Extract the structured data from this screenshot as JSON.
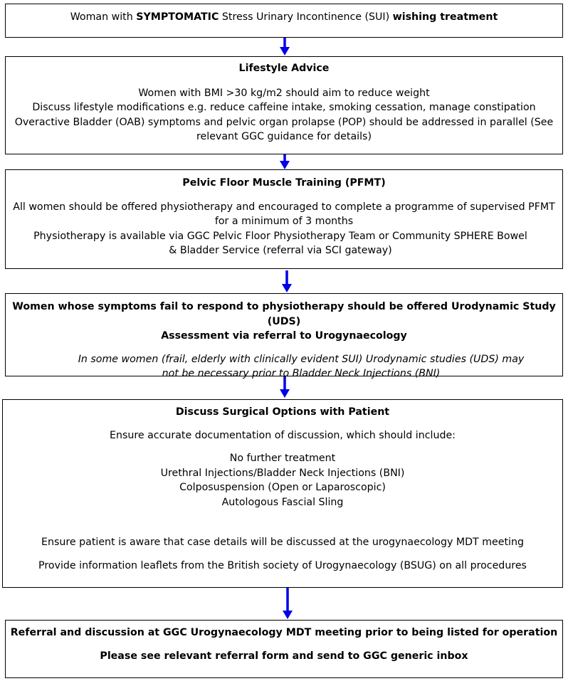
{
  "colors": {
    "arrow": "#0000e6",
    "border": "#000000"
  },
  "box1": {
    "prefix": "Woman with ",
    "emph1": "SYMPTOMATIC",
    "middle": " Stress Urinary Incontinence (SUI) ",
    "emph2": "wishing treatment"
  },
  "box2": {
    "title": "Lifestyle Advice",
    "line1": "Women with BMI >30 kg/m2 should aim to reduce weight",
    "line2": "Discuss lifestyle modifications e.g. reduce caffeine intake, smoking cessation, manage constipation",
    "line3": "Overactive Bladder (OAB) symptoms and pelvic organ prolapse (POP) should be addressed in parallel (See relevant GGC guidance for details)"
  },
  "box3": {
    "title": "Pelvic Floor Muscle Training (PFMT)",
    "line1": "All women should be offered physiotherapy and encouraged to complete a programme of supervised PFMT for a minimum of 3 months",
    "line2": "Physiotherapy is available via GGC Pelvic Floor Physiotherapy Team or Community SPHERE Bowel & Bladder Service (referral via SCI gateway)"
  },
  "box4": {
    "title_line1": "Women whose symptoms fail to respond to physiotherapy should be offered Urodynamic Study (UDS)",
    "title_line2": "Assessment via referral to Urogynaecology",
    "note": "In some women (frail, elderly with clinically evident SUI) Urodynamic studies (UDS) may not be necessary prior to Bladder Neck Injections (BNI)"
  },
  "box5": {
    "title": "Discuss Surgical Options with Patient",
    "intro": "Ensure accurate documentation of discussion, which should include:",
    "options": [
      "No further treatment",
      "Urethral Injections/Bladder Neck Injections (BNI)",
      "Colposuspension (Open or Laparoscopic)",
      "Autologous Fascial Sling"
    ],
    "line_mdt": "Ensure patient is aware that case details will be discussed at the urogynaecology MDT meeting",
    "line_leaflets": "Provide information leaflets from the British society of Urogynaecology (BSUG) on all procedures"
  },
  "box6": {
    "line1": "Referral and discussion at GGC Urogynaecology MDT meeting prior to being listed for operation",
    "line2": "Please see relevant referral form and send to GGC generic inbox"
  }
}
